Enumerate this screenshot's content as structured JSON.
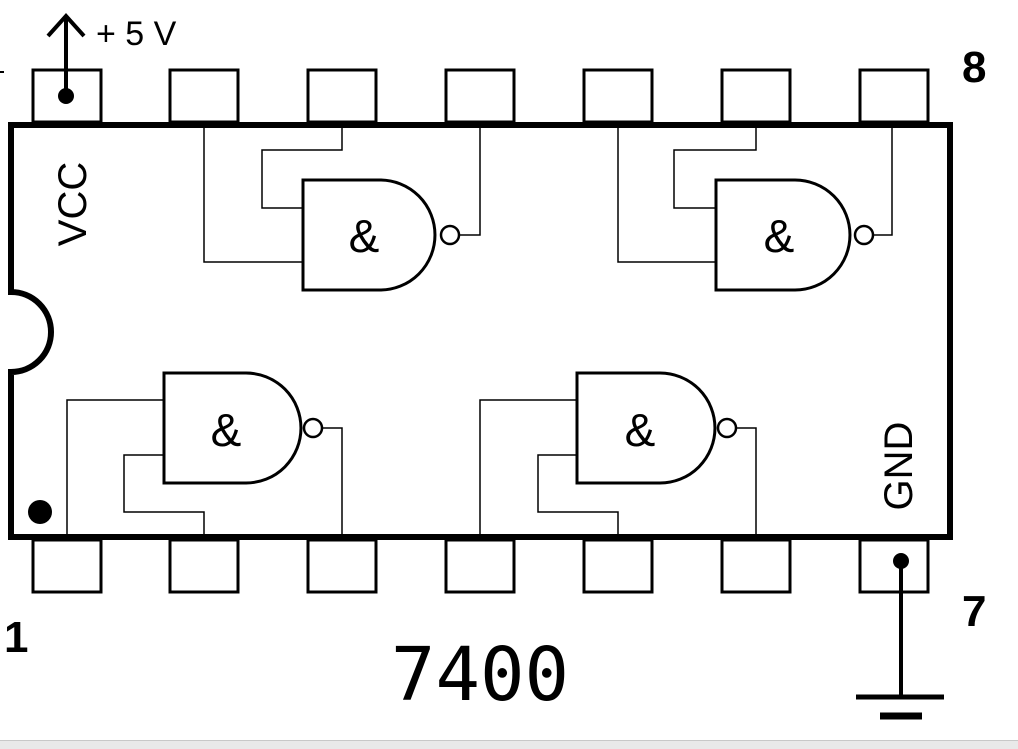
{
  "chip": {
    "part_number": "7400",
    "gate_symbol": "&",
    "gate_count": 4
  },
  "labels": {
    "vcc": "VCC",
    "gnd": "GND",
    "supply": "+ 5 V",
    "pin_1": "1",
    "pin_7": "7",
    "pin_8": "8"
  },
  "colors": {
    "ink": "#000000",
    "paper": "#ffffff"
  }
}
